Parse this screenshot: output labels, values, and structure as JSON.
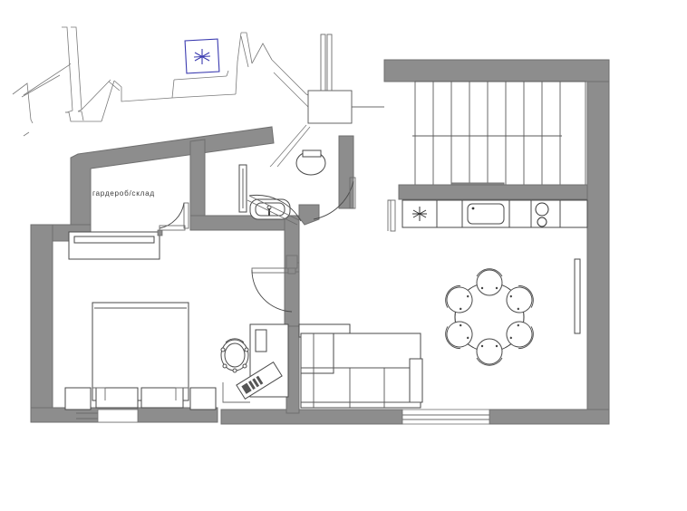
{
  "drawing": {
    "title": "apartment-floor-plan",
    "background": "#ffffff",
    "wall_fill": "#8d8d8d",
    "wall_stroke": "#6f6f6f",
    "furniture_stroke": "#4a4a4a",
    "thin_line_stroke": "#6b6b6b",
    "marker_color": "#3b3bb0",
    "label_color": "#3a3a3a"
  },
  "labels": {
    "wardrobe_storage": "гардероб/склад"
  },
  "markers": {
    "detail_marker": {
      "name": "asterisk-marker",
      "glyph": "✳",
      "color": "#3b3bb0"
    }
  },
  "rooms": [
    {
      "name": "wardrobe-storage",
      "label": "гардероб/склад"
    },
    {
      "name": "bathroom",
      "label": ""
    },
    {
      "name": "bedroom",
      "label": ""
    },
    {
      "name": "living-dining-kitchen",
      "label": ""
    },
    {
      "name": "hallway",
      "label": ""
    }
  ],
  "fixtures": {
    "kitchen_counter": {
      "name": "kitchen-counter",
      "segments": [
        {
          "name": "counter-burner-star",
          "glyph": "✳"
        },
        {
          "name": "counter-cabinet-1",
          "glyph": ""
        },
        {
          "name": "counter-sink",
          "glyph": ""
        },
        {
          "name": "counter-cabinet-2",
          "glyph": ""
        },
        {
          "name": "counter-hob",
          "glyph": ""
        },
        {
          "name": "counter-cabinet-3",
          "glyph": ""
        }
      ]
    },
    "staircase": {
      "name": "staircase",
      "tread_count": 9
    },
    "dining_set": {
      "name": "dining-table",
      "chair_count": 6
    },
    "bed": {
      "name": "bed",
      "pillow_count": 2,
      "nightstand_count": 2
    },
    "sofa": {
      "name": "sectional-sofa"
    },
    "desk": {
      "name": "desk",
      "has_chair": true,
      "has_keyboard": true
    },
    "toilet": {
      "name": "toilet"
    },
    "washbasin": {
      "name": "washbasin"
    },
    "mirror": {
      "name": "mirror"
    },
    "wardrobe_unit": {
      "name": "wardrobe-closet"
    },
    "radiator": {
      "name": "radiator"
    }
  },
  "doors": [
    {
      "name": "door-wardrobe"
    },
    {
      "name": "door-bathroom"
    },
    {
      "name": "door-hallway"
    },
    {
      "name": "door-bedroom"
    },
    {
      "name": "door-entry"
    }
  ],
  "windows": [
    {
      "name": "window-bottom-left"
    },
    {
      "name": "window-bottom-center"
    },
    {
      "name": "window-left-lower"
    }
  ]
}
